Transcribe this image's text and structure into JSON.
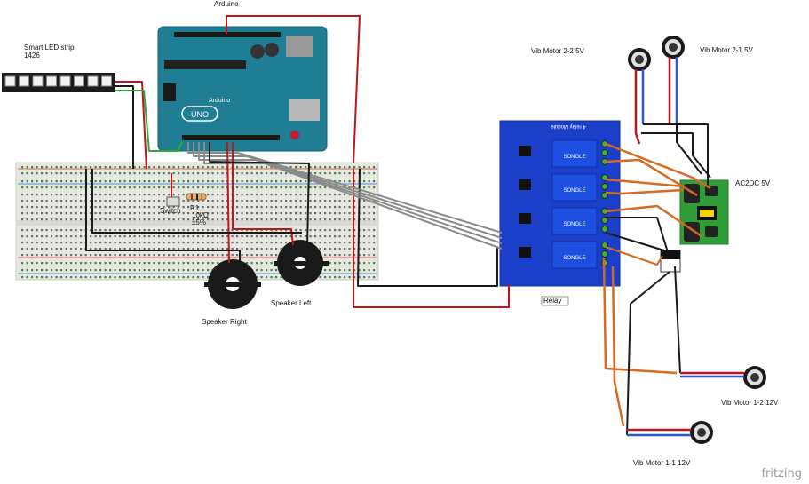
{
  "labels": {
    "arduino": "Arduino",
    "led_strip": "Smart LED strip",
    "led_strip_model": "1426",
    "vib_2_2": "Vib Motor 2-2 5V",
    "vib_2_1": "Vib Motor 2-1 5V",
    "ac2dc": "AC2DC 5V",
    "relay": "Relay",
    "speaker_right": "Speaker Right",
    "speaker_left": "Speaker Left",
    "switch": "Switch",
    "resistor_name": "R1",
    "resistor_value": "10kΩ",
    "resistor_tol": "±5%",
    "vib_1_2": "Vib Motor 1-2 12V",
    "vib_1_1": "Vib Motor 1-1 12V"
  },
  "board_text": {
    "uno": "UNO",
    "arduino_brand": "Arduino",
    "relay_module": "4 relay Module",
    "songle": "SONGLE"
  },
  "watermark": "fritzing",
  "colors": {
    "wire_red": "#c0151b",
    "wire_black": "#1a1a1a",
    "wire_green": "#2eaa3c",
    "wire_orange": "#d66a23",
    "wire_blue": "#2b56d6",
    "wire_gray": "#8a8a8a",
    "arduino_teal": "#1f7e93",
    "relay_blue": "#1b3fc8",
    "breadboard": "#e7e7e2",
    "psu_green": "#2f9e37"
  }
}
